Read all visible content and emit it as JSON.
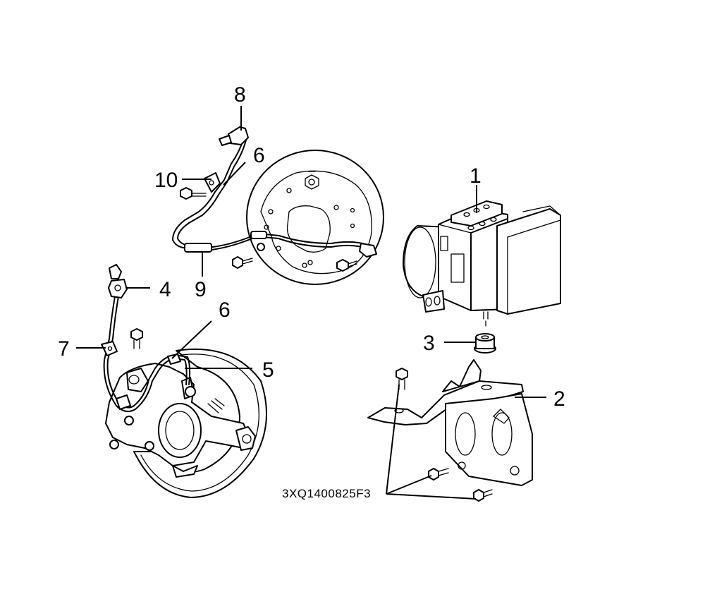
{
  "callouts": [
    {
      "id": "c1",
      "label": "1"
    },
    {
      "id": "c2",
      "label": "2"
    },
    {
      "id": "c3",
      "label": "3"
    },
    {
      "id": "c4",
      "label": "4"
    },
    {
      "id": "c5",
      "label": "5"
    },
    {
      "id": "c6a",
      "label": "6"
    },
    {
      "id": "c6b",
      "label": "6"
    },
    {
      "id": "c7",
      "label": "7"
    },
    {
      "id": "c8",
      "label": "8"
    },
    {
      "id": "c9",
      "label": "9"
    },
    {
      "id": "c10",
      "label": "10"
    }
  ],
  "part_code": "3XQ1400825F3"
}
